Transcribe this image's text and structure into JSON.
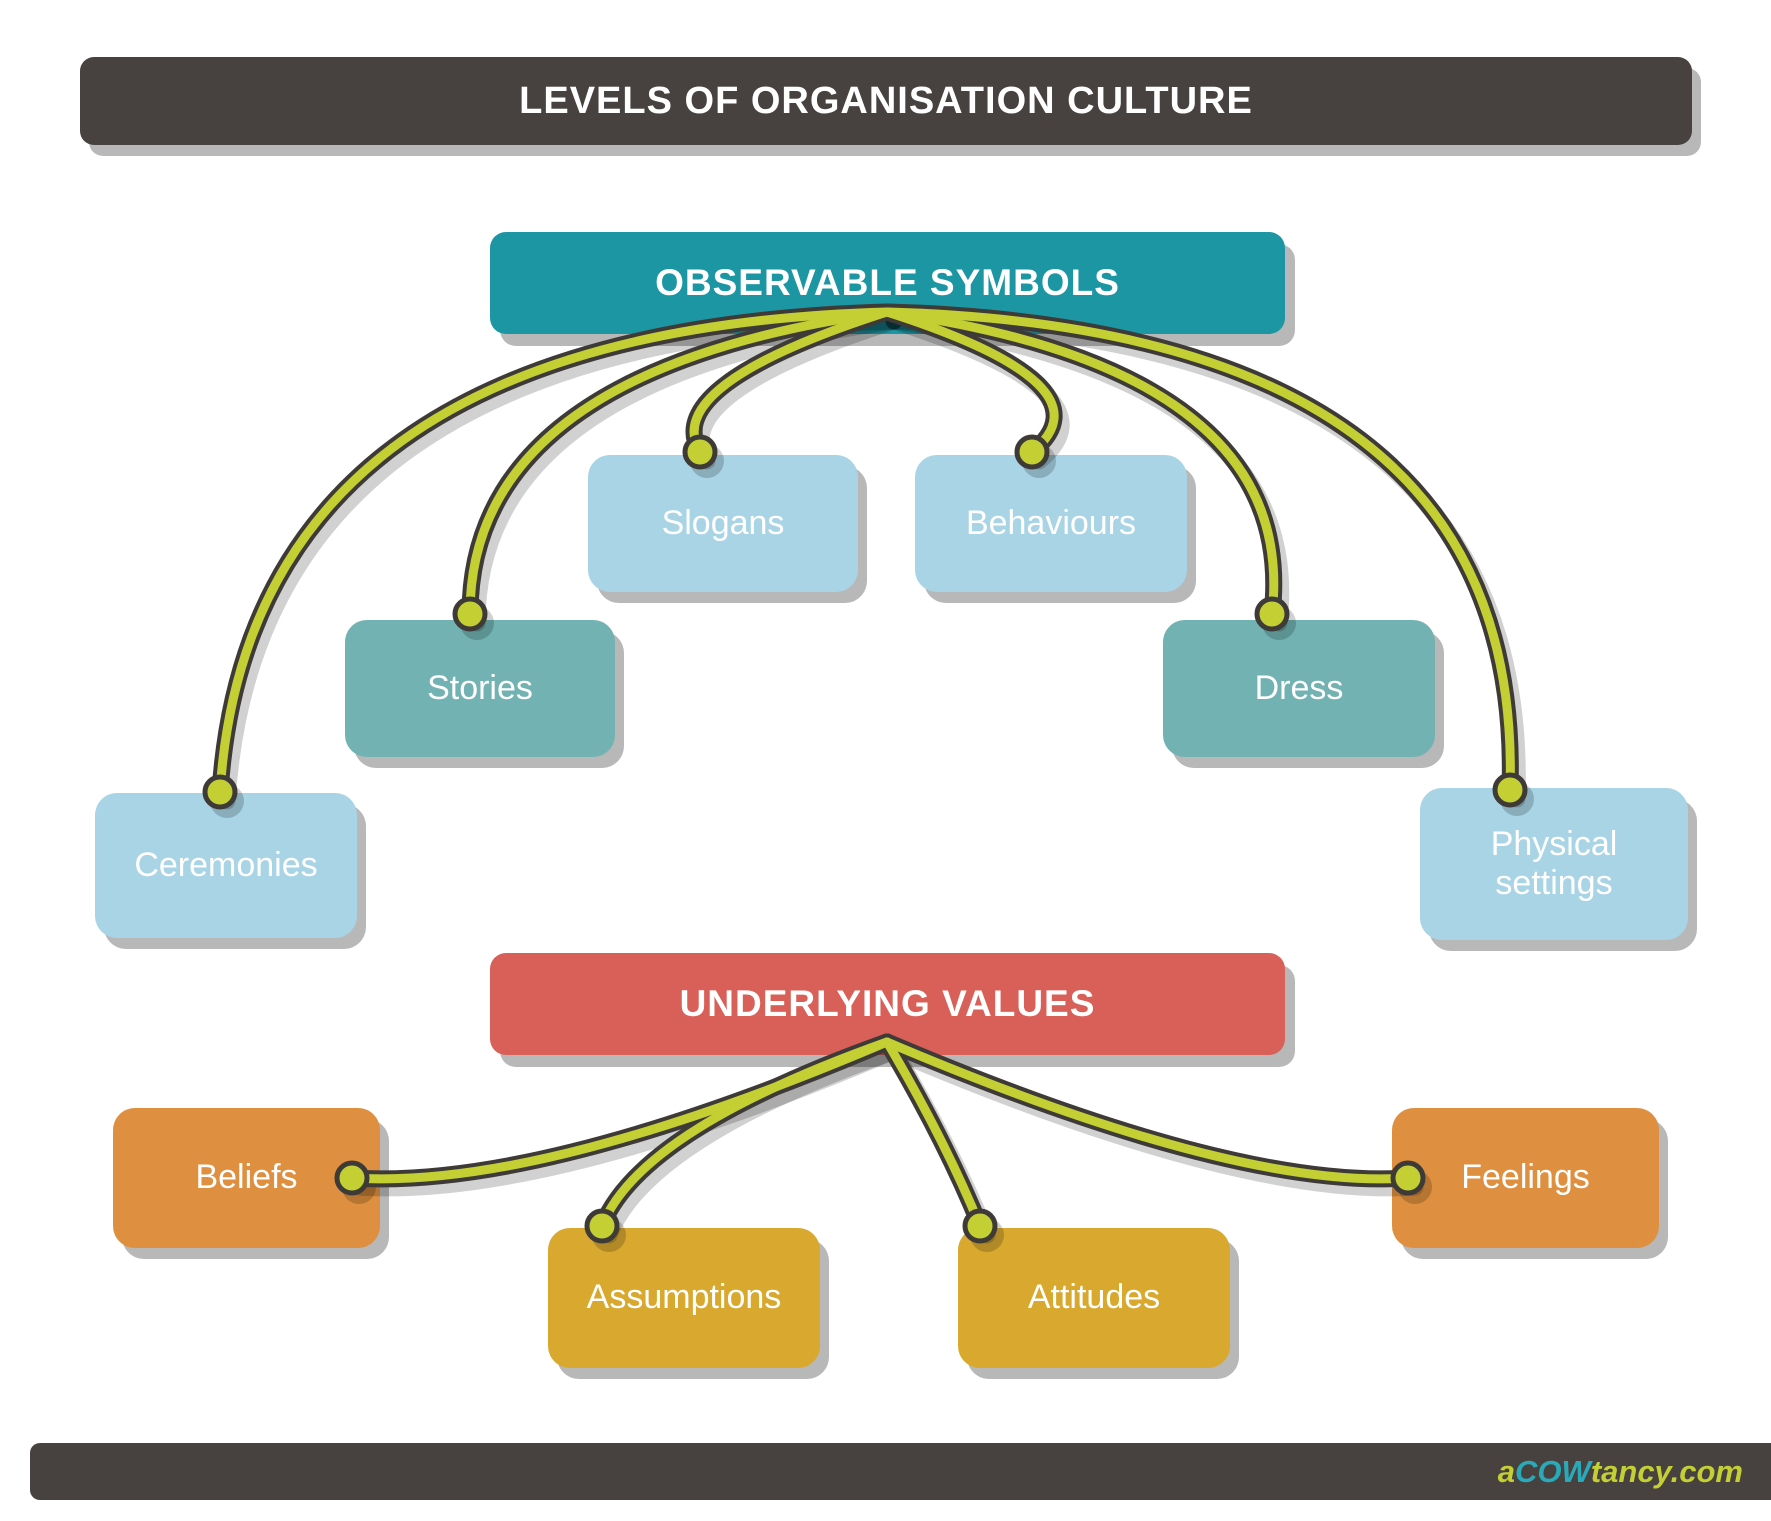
{
  "title": "LEVELS OF ORGANISATION CULTURE",
  "observable": {
    "label": "OBSERVABLE SYMBOLS",
    "children": [
      {
        "label": "Ceremonies"
      },
      {
        "label": "Stories"
      },
      {
        "label": "Slogans"
      },
      {
        "label": "Behaviours"
      },
      {
        "label": "Dress"
      },
      {
        "label": "Physical settings"
      }
    ]
  },
  "underlying": {
    "label": "UNDERLYING VALUES",
    "children": [
      {
        "label": "Beliefs"
      },
      {
        "label": "Assumptions"
      },
      {
        "label": "Attitudes"
      },
      {
        "label": "Feelings"
      }
    ]
  },
  "footer": {
    "brand_a": "a",
    "brand_cow": "COW",
    "brand_rest": "tancy.com"
  },
  "colors": {
    "title_bar": "#47423f",
    "observable_header": "#1d96a3",
    "underlying_header": "#d96058",
    "light_blue_box": "#a9d4e5",
    "mid_teal_box": "#72b2b2",
    "orange_box": "#de8f3f",
    "gold_box": "#d8a82f",
    "connector_lime": "#c3cf33",
    "connector_outline": "#3e3a37",
    "footer_bar": "#47423f"
  }
}
